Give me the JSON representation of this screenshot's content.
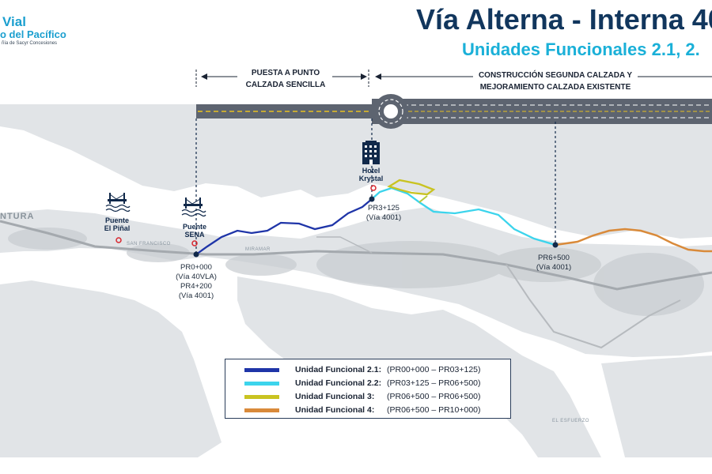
{
  "logo": {
    "line1": "Vial",
    "line2": "o del Pacífico",
    "line3": "ñía de Sacyr Concesiones"
  },
  "header": {
    "title": "Vía Alterna - Interna 40",
    "subtitle": "Unidades Funcionales 2.1, 2."
  },
  "segments": {
    "left_label_1": "PUESTA A PUNTO",
    "left_label_2": "CALZADA SENCILLA",
    "right_label_1": "CONSTRUCCIÓN SEGUNDA CALZADA Y",
    "right_label_2": "MEJORAMIENTO CALZADA EXISTENTE"
  },
  "places": {
    "ventura": "NTURA",
    "san_francisco": "SAN FRANCISCO",
    "miramar": "MIRAMAR",
    "el_esfuerzo": "EL ESFUERZO"
  },
  "pois": {
    "puente_pinal_1": "Puente",
    "puente_pinal_2": "El Piñal",
    "puente_sena_1": "Puente",
    "puente_sena_2": "SENA",
    "hotel_1": "Hotel",
    "hotel_2": "Krystal"
  },
  "points": {
    "pr0_1": "PR0+000",
    "pr0_2": "(Vía 40VLA)",
    "pr0_3": "PR4+200",
    "pr0_4": "(Vía 4001)",
    "pr3_1": "PR3+125",
    "pr3_2": "(Vía 4001)",
    "pr6_1": "PR6+500",
    "pr6_2": "(Vía 4001)"
  },
  "legend": [
    {
      "name": "Unidad Funcional 2.1:",
      "range": "(PR00+000 – PR03+125)",
      "color": "#1f35a8"
    },
    {
      "name": "Unidad Funcional 2.2:",
      "range": "(PR03+125 – PR06+500)",
      "color": "#3cd4ec"
    },
    {
      "name": "Unidad Funcional 3:",
      "range": "(PR06+500 – PR06+500)",
      "color": "#c9c321"
    },
    {
      "name": "Unidad Funcional 4:",
      "range": "(PR06+500 – PR10+000)",
      "color": "#d98a3a"
    }
  ],
  "colors": {
    "navy": "#11365d",
    "cyan": "#1ab0d8",
    "pin": "#d8262e"
  }
}
